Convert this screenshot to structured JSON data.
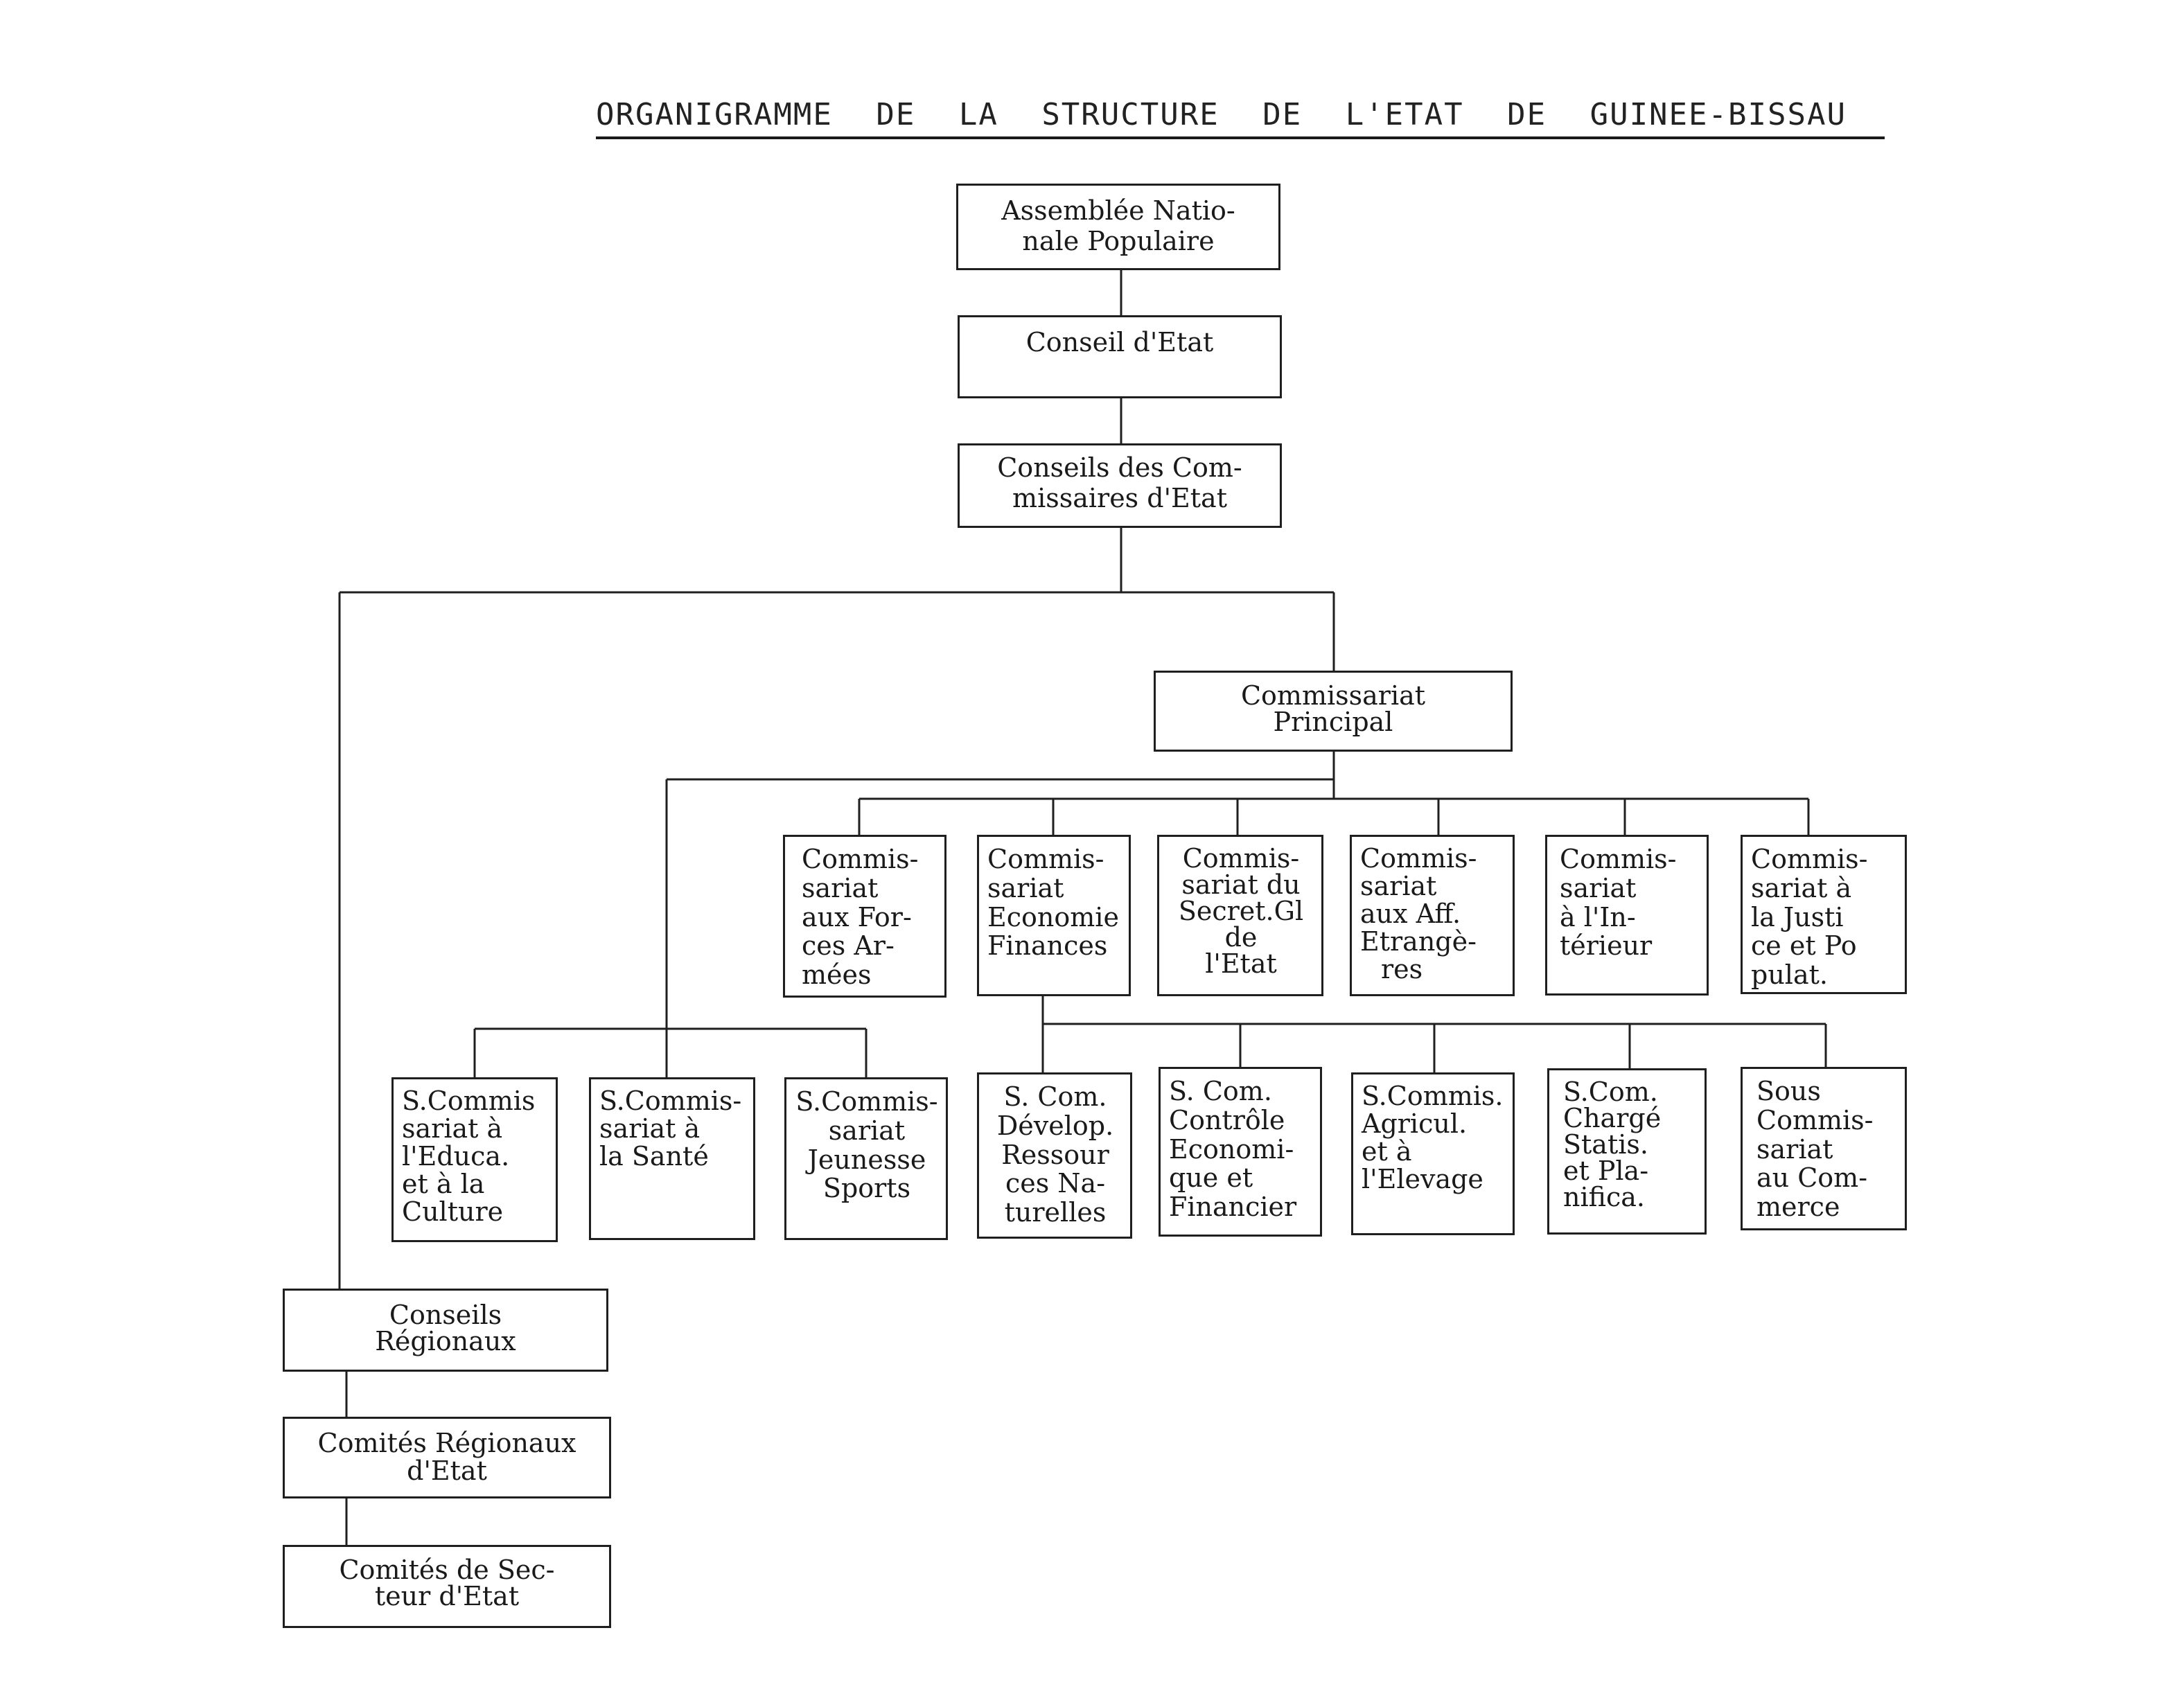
{
  "title": "ORGANIGRAMME DE LA STRUCTURE DE L'ETAT DE GUINEE-BISSAU",
  "nodes": {
    "assemblee": [
      "Assemblée Natio-",
      "nale Populaire"
    ],
    "conseil_etat": [
      "Conseil d'Etat"
    ],
    "conseils_commissaires": [
      "Conseils des Com-",
      "missaires d'Etat"
    ],
    "commissariat_principal": [
      "Commissariat",
      "Principal"
    ],
    "forces_armees": [
      "Commis-",
      "sariat",
      "aux For-",
      "ces Ar-",
      "mées"
    ],
    "economie_finances": [
      "Commis-",
      "sariat",
      "Economie",
      "Finances"
    ],
    "secret_gl": [
      "Commis-",
      "sariat du",
      "Secret.Gl",
      "de",
      "l'Etat"
    ],
    "aff_etrangeres": [
      "Commis-",
      "sariat",
      "aux Aff.",
      "Etrangè-",
      "res"
    ],
    "interieur": [
      "Commis-",
      "sariat",
      "à l'In-",
      "térieur"
    ],
    "justice": [
      "Commis-",
      "sariat à",
      "la Justi",
      "ce et Po",
      "pulat."
    ],
    "education_culture": [
      "S.Commis",
      "sariat à",
      "l'Educa.",
      "et à la",
      "Culture"
    ],
    "sante": [
      "S.Commis-",
      "sariat à",
      "la Santé"
    ],
    "jeunesse_sports": [
      "S.Commis-",
      "sariat",
      "Jeunesse",
      "Sports"
    ],
    "developpement": [
      "S. Com.",
      "Dévelop.",
      "Ressour",
      "ces Na-",
      "turelles"
    ],
    "controle": [
      "S. Com.",
      "Contrôle",
      "Economi-",
      "que et",
      "Financier"
    ],
    "agriculture": [
      "S.Commis.",
      "Agricul.",
      "et à",
      "l'Elevage"
    ],
    "statistique": [
      "S.Com.",
      "Chargé",
      "Statis.",
      "et Pla-",
      "nifica."
    ],
    "commerce": [
      "Sous",
      "Commis-",
      "sariat",
      "au Com-",
      "merce"
    ],
    "conseils_regionaux": [
      "Conseils",
      "Régionaux"
    ],
    "comites_regionaux": [
      "Comités Régionaux",
      "d'Etat"
    ],
    "comites_secteur": [
      "Comités de Sec-",
      "teur d'Etat"
    ]
  },
  "colors": {
    "ink": "#1f1f1f",
    "paper": "#ffffff"
  }
}
